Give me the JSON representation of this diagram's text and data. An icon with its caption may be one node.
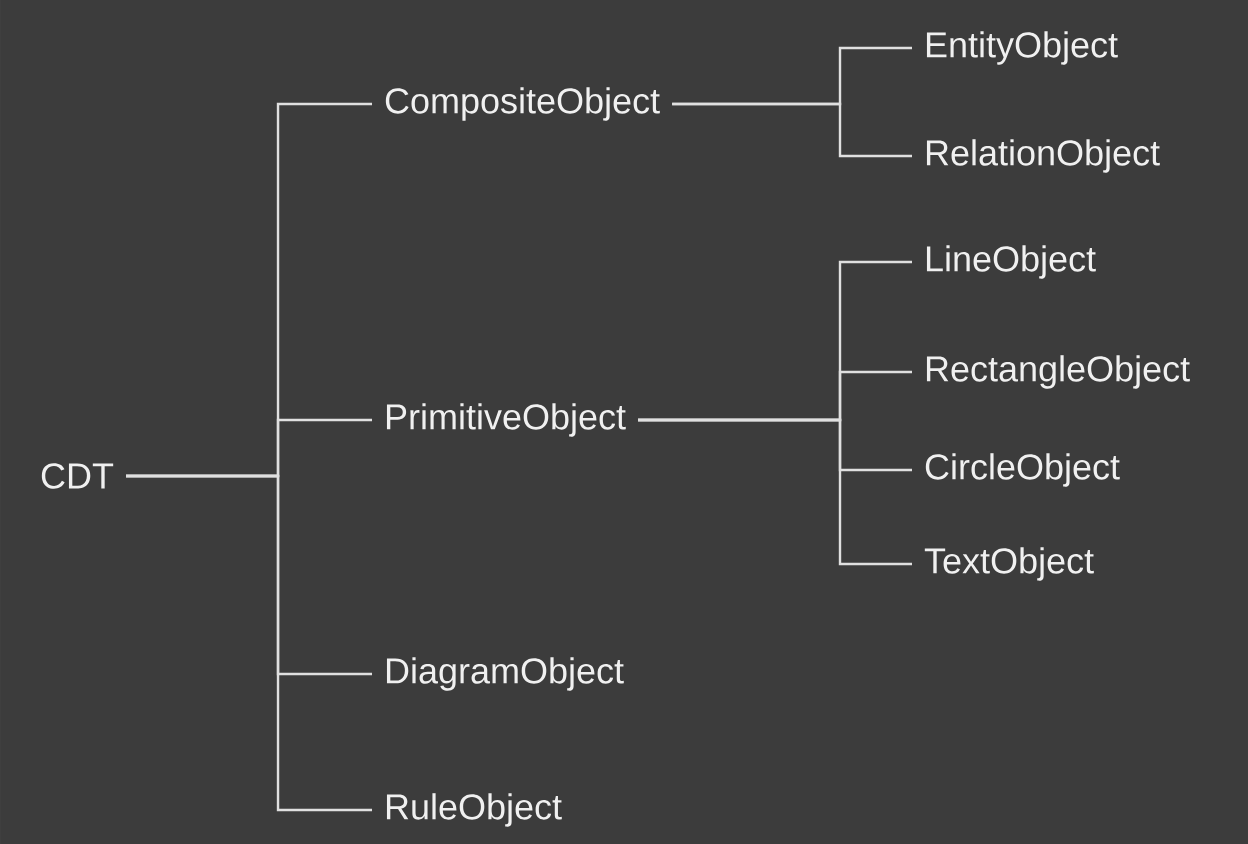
{
  "diagram": {
    "nodes": [
      {
        "text": [
          "CDT"
        ]
      },
      {
        "text": [
          "CompositeObject"
        ]
      },
      {
        "text": [
          "EntityObject"
        ]
      },
      {
        "text": [
          "RelationObject"
        ]
      },
      {
        "text": [
          "PrimitiveObject"
        ]
      },
      {
        "text": [
          "LineObject"
        ]
      },
      {
        "text": [
          "RectangleObject"
        ]
      },
      {
        "text": [
          "CircleObject"
        ]
      },
      {
        "text": [
          "TextObject"
        ]
      },
      {
        "text": [
          "DiagramObject"
        ]
      },
      {
        "text": [
          "RuleObject"
        ]
      }
    ],
    "edges": [
      {
        "from": 0,
        "to": 1,
        "arrow": "none"
      },
      {
        "from": 0,
        "to": 4,
        "arrow": "none"
      },
      {
        "from": 0,
        "to": 9,
        "arrow": "none"
      },
      {
        "from": 0,
        "to": 10,
        "arrow": "none"
      },
      {
        "from": 1,
        "to": 2,
        "arrow": "none"
      },
      {
        "from": 1,
        "to": 3,
        "arrow": "none"
      },
      {
        "from": 4,
        "to": 5,
        "arrow": "none"
      },
      {
        "from": 4,
        "to": 6,
        "arrow": "none"
      },
      {
        "from": 4,
        "to": 7,
        "arrow": "none"
      },
      {
        "from": 4,
        "to": 8,
        "arrow": "none"
      }
    ]
  }
}
